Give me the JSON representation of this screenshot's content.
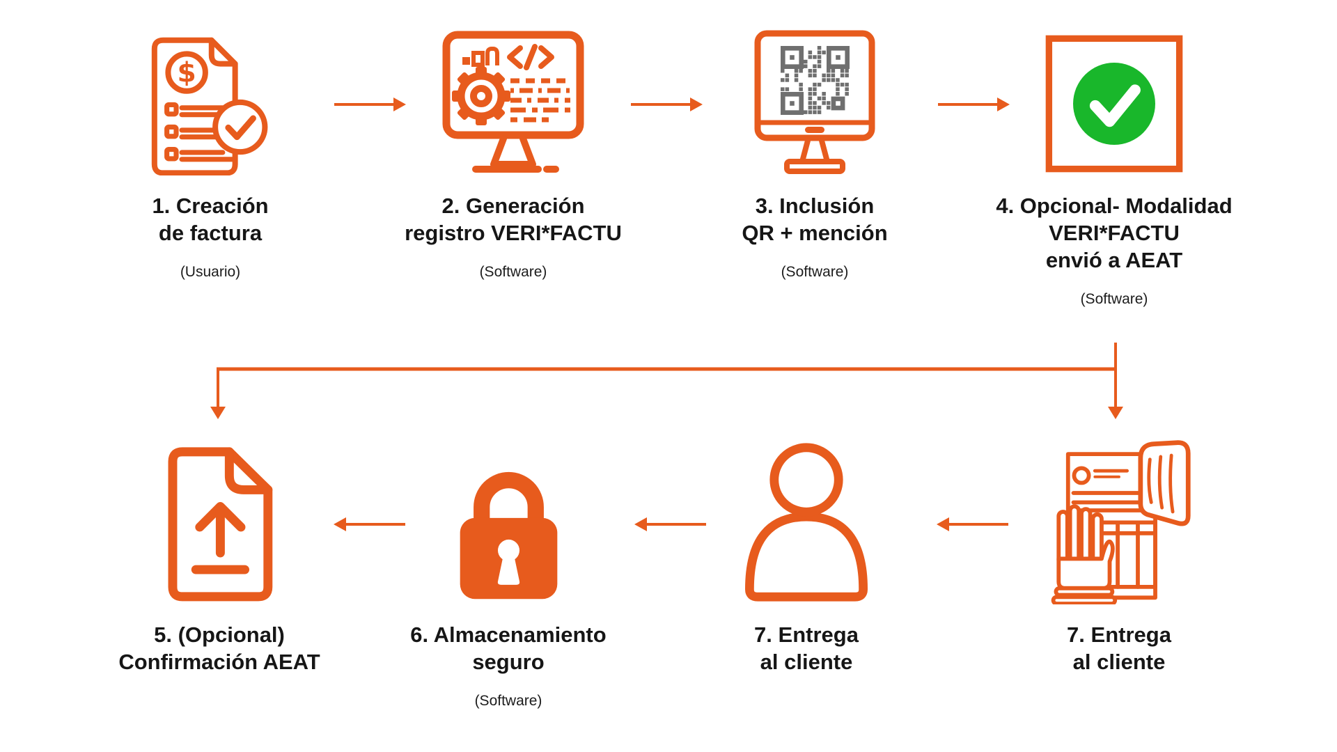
{
  "colors": {
    "orange": "#E75B1D",
    "green": "#19B72B",
    "qr_gray": "#6F6F6F",
    "text": "#161616"
  },
  "icons": {
    "dollar": "$"
  },
  "steps": [
    {
      "name": "step-1-creacion-factura",
      "icon": "invoice-check-icon",
      "lines": [
        "1. Creación",
        "de factura"
      ],
      "subtitle": "(Usuario)"
    },
    {
      "name": "step-2-generacion-registro",
      "icon": "software-monitor-icon",
      "lines": [
        "2. Generación",
        "registro VERI*FACTU"
      ],
      "subtitle": "(Software)"
    },
    {
      "name": "step-3-inclusion-qr",
      "icon": "qr-monitor-icon",
      "lines": [
        "3. Inclusión",
        "QR + mención"
      ],
      "subtitle": "(Software)"
    },
    {
      "name": "step-4-envio-aeat",
      "icon": "green-check-icon",
      "lines": [
        "4. Opcional- Modalidad",
        "VERI*FACTU",
        "envió a AEAT"
      ],
      "subtitle": "(Software)"
    },
    {
      "name": "step-5-confirmacion-aeat",
      "icon": "upload-document-icon",
      "lines": [
        "5. (Opcional)",
        "Confirmación AEAT"
      ],
      "subtitle": ""
    },
    {
      "name": "step-6-almacenamiento",
      "icon": "padlock-icon",
      "lines": [
        "6. Almacenamiento",
        "seguro"
      ],
      "subtitle": "(Software)"
    },
    {
      "name": "step-7-entrega-persona",
      "icon": "person-icon",
      "lines": [
        "7. Entrega",
        "al cliente"
      ],
      "subtitle": ""
    },
    {
      "name": "step-7-entrega-factura",
      "icon": "hand-invoice-icon",
      "lines": [
        "7. Entrega",
        "al cliente"
      ],
      "subtitle": ""
    }
  ]
}
